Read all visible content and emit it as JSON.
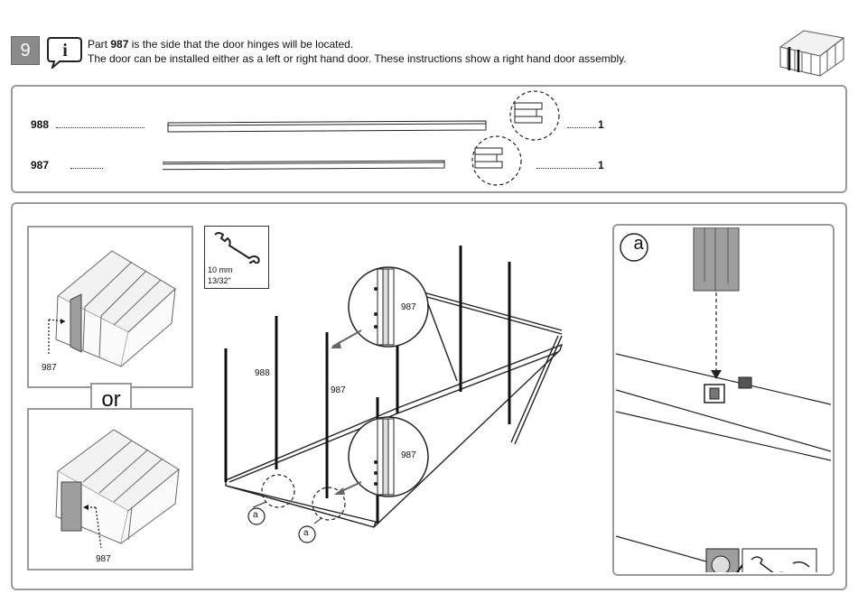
{
  "step": {
    "number": "9"
  },
  "info": {
    "line1_prefix": "Part ",
    "line1_part": "987",
    "line1_suffix": " is the side that the door hinges will be located.",
    "line2": "The door can be installed either as a left or right hand door. These instructions show a right hand door assembly."
  },
  "parts": [
    {
      "id": "988",
      "qty": "1"
    },
    {
      "id": "987",
      "qty": "1"
    }
  ],
  "options": {
    "or_label": "or",
    "left_door_label": "987",
    "right_door_label": "987"
  },
  "tool": {
    "size_mm": "10 mm",
    "size_in": "13/32\""
  },
  "main": {
    "label_988": "988",
    "label_987": "987",
    "callout_top": "987",
    "callout_bottom": "987",
    "marker_a1": "a",
    "marker_a2": "a"
  },
  "detail": {
    "label": "a"
  },
  "colors": {
    "frame": "#9a9a9a",
    "badge": "#8a8a8a",
    "line": "#222222",
    "door_fill": "#9e9e9e"
  }
}
